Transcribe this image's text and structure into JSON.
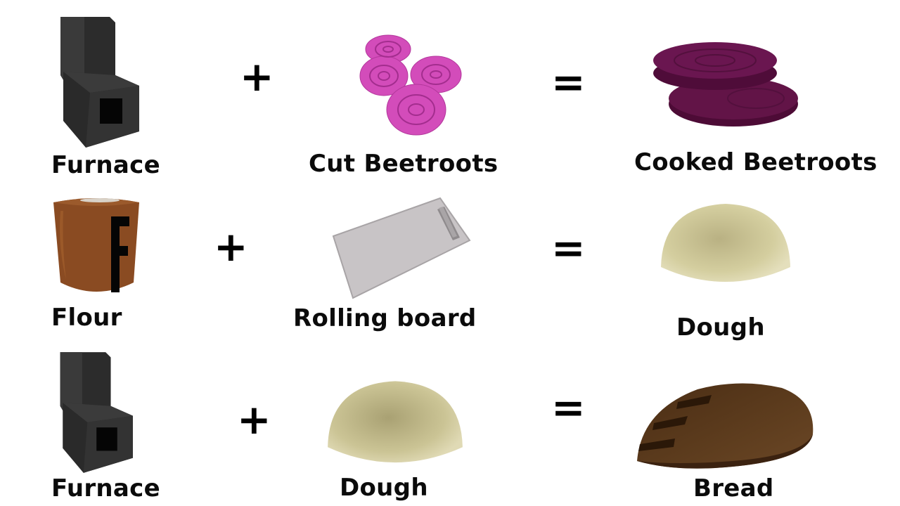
{
  "rows": [
    {
      "item1": {
        "label": "Furnace",
        "icon": "furnace-icon"
      },
      "operator": "+",
      "item2": {
        "label": "Cut Beetroots",
        "icon": "cut-beetroots-icon"
      },
      "equals": "=",
      "result": {
        "label": "Cooked Beetroots",
        "icon": "cooked-beetroots-icon"
      }
    },
    {
      "item1": {
        "label": "Flour",
        "icon": "flour-sack-icon"
      },
      "operator": "+",
      "item2": {
        "label": "Rolling board",
        "icon": "rolling-board-icon"
      },
      "equals": "=",
      "result": {
        "label": "Dough",
        "icon": "dough-icon"
      }
    },
    {
      "item1": {
        "label": "Furnace",
        "icon": "furnace-icon"
      },
      "operator": "+",
      "item2": {
        "label": "Dough",
        "icon": "dough-icon"
      },
      "equals": "=",
      "result": {
        "label": "Bread",
        "icon": "bread-icon"
      }
    }
  ],
  "colors": {
    "furnace": "#2f2f2f",
    "beetroot_cut": "#d84bc0",
    "beetroot_cooked": "#5e0f42",
    "flour_sack": "#8a4b22",
    "board": "#c9c5c7",
    "dough": "#cfc89a",
    "bread": "#5a3a1c"
  }
}
